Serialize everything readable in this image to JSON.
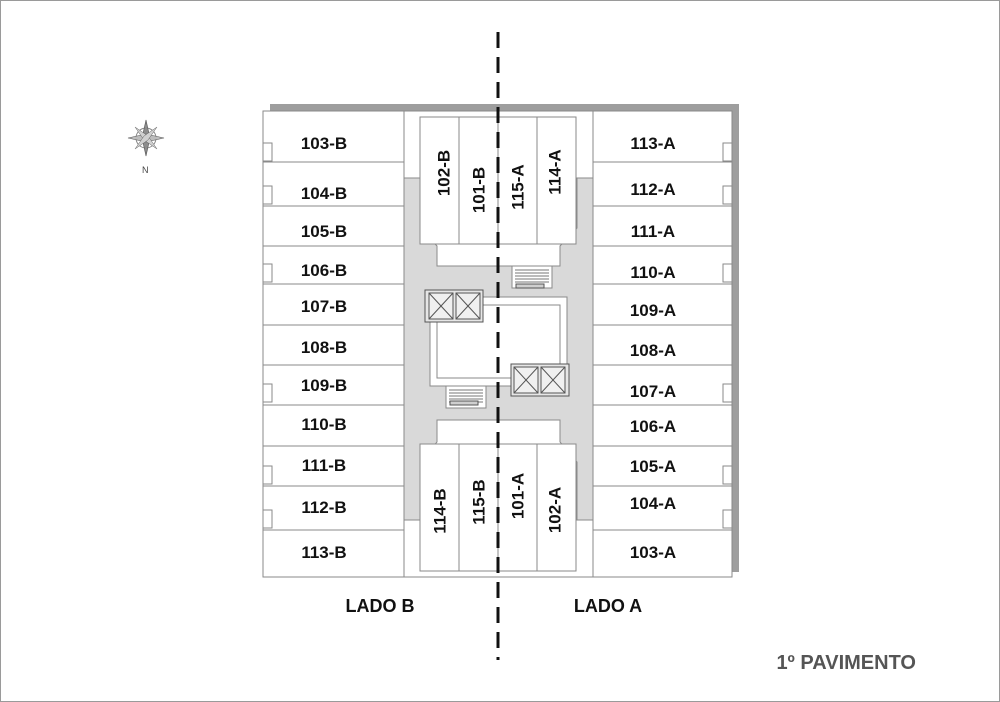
{
  "floor_title": "1º PAVIMENTO",
  "compass": {
    "north": "N"
  },
  "sides": {
    "left": "LADO B",
    "right": "LADO A"
  },
  "units": {
    "b_outer": [
      "103-B",
      "104-B",
      "105-B",
      "106-B",
      "107-B",
      "108-B",
      "109-B",
      "110-B",
      "111-B",
      "112-B",
      "113-B"
    ],
    "a_outer": [
      "113-A",
      "112-A",
      "111-A",
      "110-A",
      "109-A",
      "108-A",
      "107-A",
      "106-A",
      "105-A",
      "104-A",
      "103-A"
    ],
    "top_inner": [
      "102-B",
      "101-B",
      "115-A",
      "114-A"
    ],
    "bottom_inner": [
      "114-B",
      "115-B",
      "101-A",
      "102-A"
    ]
  },
  "colors": {
    "corridor": "#d9d9d9",
    "shadow": "#9e9e9e",
    "line": "#8a8a8a"
  }
}
